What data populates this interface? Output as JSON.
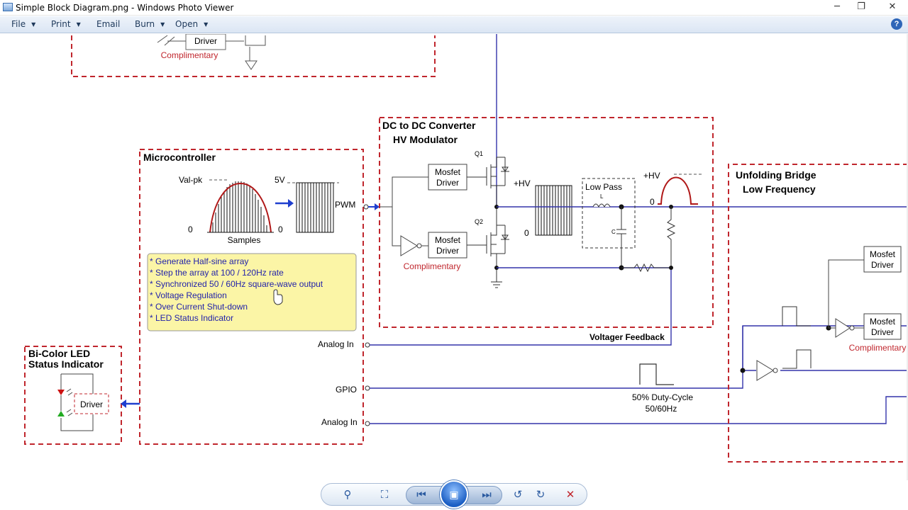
{
  "window": {
    "title": "Simple Block Diagram.png - Windows Photo Viewer",
    "minimize": "─",
    "restore": "❐",
    "close": "✕"
  },
  "menu": {
    "file": "File",
    "print": "Print",
    "email": "Email",
    "burn": "Burn",
    "open": "Open",
    "help": "?"
  },
  "diagram": {
    "complimentary_top": "Complimentary",
    "driver_top": "Driver",
    "microcontroller": {
      "title": "Microcontroller",
      "val_pk": "Val-pk",
      "zero_left": "0",
      "five_v": "5V",
      "zero_mid": "0",
      "samples": "Samples",
      "pwm": "PWM",
      "notes": [
        "* Generate Half-sine array",
        "* Step the array at 100 / 120Hz rate",
        "* Synchronized 50 / 60Hz square-wave output",
        "* Voltage Regulation",
        "* Over Current Shut-down",
        "* LED Status Indicator"
      ],
      "analog_in_1": "Analog In",
      "gpio": "GPIO",
      "analog_in_2": "Analog In"
    },
    "dcdc": {
      "title_line1": "DC to DC Converter",
      "title_line2": "HV Modulator",
      "mosfet_driver_1": [
        "Mosfet",
        "Driver"
      ],
      "mosfet_driver_2": [
        "Mosfet",
        "Driver"
      ],
      "complimentary": "Complimentary",
      "q1": "Q1",
      "q2": "Q2",
      "hv": "+HV",
      "zero": "0",
      "low_pass": "Low Pass",
      "inductor_label": "L",
      "cap_label": "C",
      "hv_out": "+HV",
      "zero_out": "0",
      "feedback": "Voltager Feedback"
    },
    "led": {
      "title_line1": "Bi-Color LED",
      "title_line2": "Status Indicator",
      "driver": "Driver"
    },
    "waveform_labels": {
      "duty_line1": "50% Duty-Cycle",
      "duty_line2": "50/60Hz"
    },
    "unfolding": {
      "title_line1": "Unfolding Bridge",
      "title_line2": "Low Frequency",
      "mosfet_driver_1": [
        "Mosfet",
        "Driver"
      ],
      "mosfet_driver_2": [
        "Mosfet",
        "Driver"
      ],
      "complimentary": "Complimentary"
    }
  },
  "toolbar": {
    "zoom": "⚲",
    "actual_size": "⛶",
    "previous": "⏮",
    "slideshow": "▣",
    "next": "⏭",
    "rotate_ccw": "↺",
    "rotate_cw": "↻",
    "delete": "✕"
  },
  "colors": {
    "block_border": "#c0262d",
    "wire_blue": "#3333aa",
    "signal_arrow": "#1f3fcf",
    "waveform": "#b01818",
    "note_bg": "#fbf5a6"
  }
}
